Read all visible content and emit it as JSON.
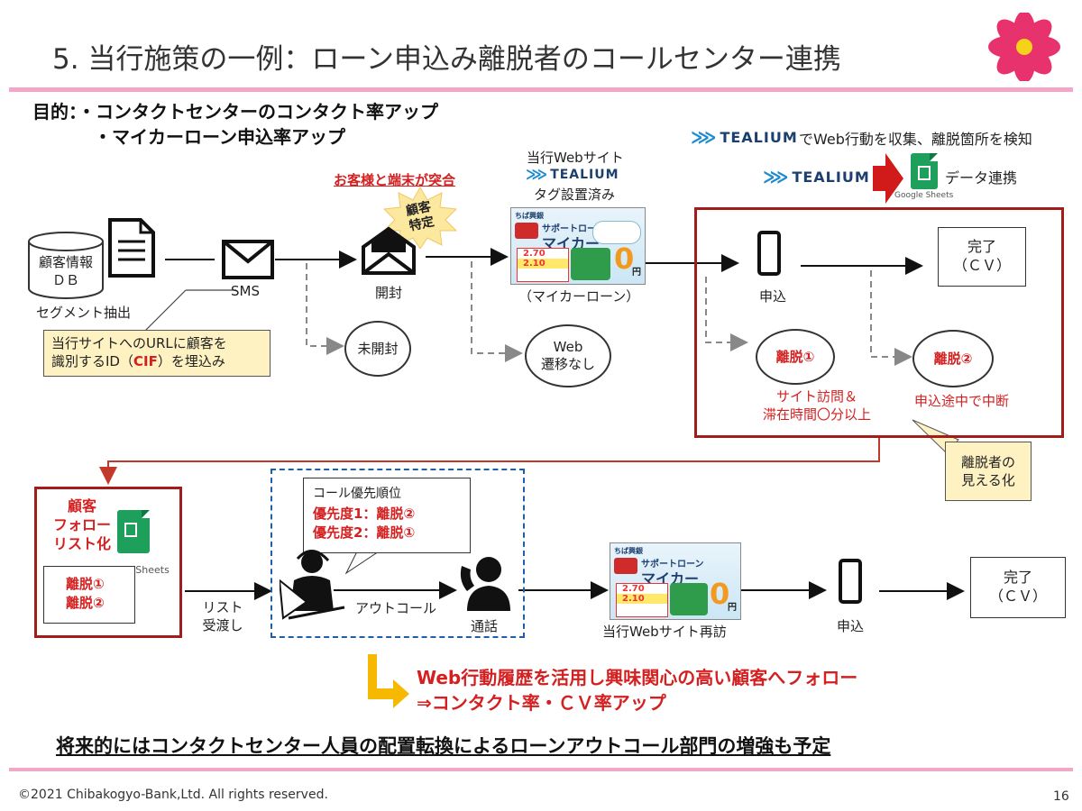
{
  "title": "5. 当行施策の一例：ローン申込み離脱者のコールセンター連携",
  "purpose": {
    "line1": "目的：・コンタクトセンターのコンタクト率アップ",
    "line2": "・マイカーローン申込率アップ"
  },
  "tealium": {
    "brand": "TEALIUM",
    "caption": "でWeb行動を収集、離脱箇所を検知",
    "data_link": "データ連携",
    "google_sheets": "Google Sheets"
  },
  "flow_top": {
    "customer_db": "顧客情報\nＤＢ",
    "segment": "セグメント抽出",
    "sms": "SMS",
    "sms_note_line1": "当行サイトへのURLに顧客を",
    "sms_note_line2a": "識別するID（",
    "sms_note_cif": "CIF",
    "sms_note_line2b": "）を埋込み",
    "match_label": "お客様と端末が突合",
    "starburst": "顧客\n特定",
    "opened": "開封",
    "unopened": "未開封",
    "website_line1": "当行Webサイト",
    "website_line3": "タグ設置済み",
    "mycar_caption": "（マイカーローン）",
    "no_web": "Web\n遷移なし",
    "apply": "申込",
    "complete": "完了\n（ＣＶ）",
    "dropout1": "離脱①",
    "dropout1_desc": "サイト訪問＆\n滞在時間〇分以上",
    "dropout2": "離脱②",
    "dropout2_desc": "申込途中で中断",
    "visualize": "離脱者の\n見える化"
  },
  "banner": {
    "small": "ちば興銀",
    "product1": "サポートローン",
    "product2": "マイカー",
    "rate1": "2.70",
    "rate2": "2.10",
    "big": "0",
    "unit": "円"
  },
  "flow_bottom": {
    "followlist": "顧客\nフォロー\nリスト化",
    "google_sheets": "Google Sheets",
    "list_item1": "離脱①",
    "list_item2": "離脱②",
    "handover": "リスト\n受渡し",
    "priority_title": "コール優先順位",
    "priority1": "優先度1：離脱②",
    "priority2": "優先度2：離脱①",
    "outcall": "アウトコール",
    "call": "通話",
    "revisit": "当行Webサイト再訪",
    "apply": "申込",
    "complete": "完了\n（ＣＶ）"
  },
  "result": {
    "line1": "Web行動履歴を活用し興味関心の高い顧客へフォロー",
    "line2": "⇒コンタクト率・ＣＶ率アップ"
  },
  "future": "将来的にはコンタクトセンター人員の配置転換によるローンアウトコール部門の増強も予定",
  "footer": {
    "copyright": "©2021 Chibakogyo-Bank,Ltd.  All rights reserved.",
    "page": "16"
  },
  "colors": {
    "accent_pink": "#f2a6c8",
    "red_text": "#d42020",
    "frame_red": "#a31c1c",
    "note_yellow": "#fff2c2",
    "arrow_yellow": "#f6b800",
    "blue_dashed": "#1f5fa8"
  }
}
